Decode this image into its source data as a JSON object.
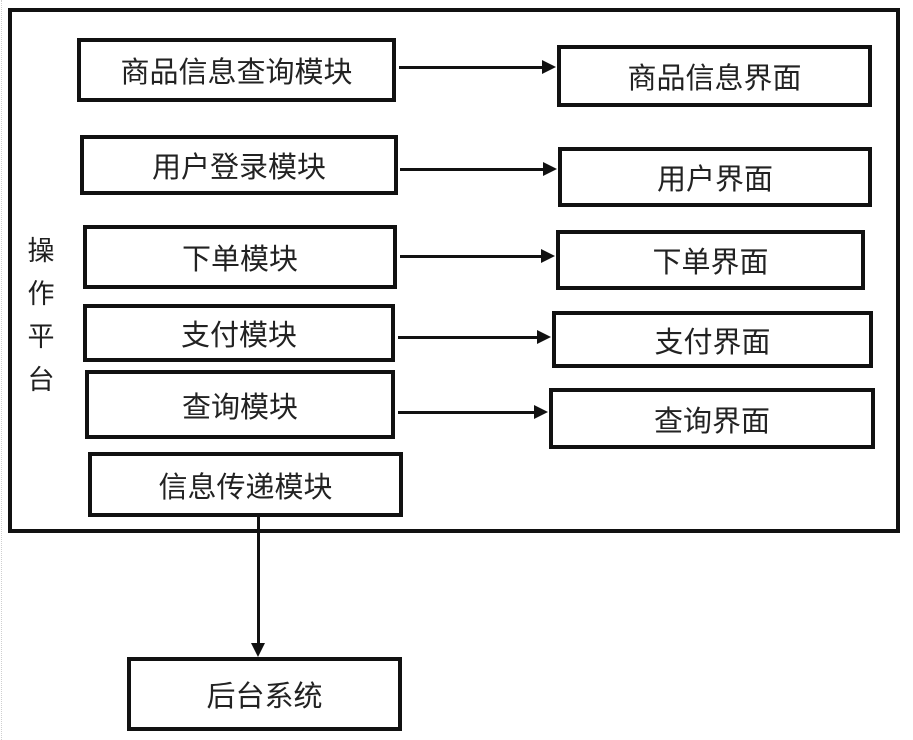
{
  "diagram": {
    "platform_label": "操作平台",
    "modules": [
      {
        "label": "商品信息查询模块"
      },
      {
        "label": "用户登录模块"
      },
      {
        "label": "下单模块"
      },
      {
        "label": "支付模块"
      },
      {
        "label": "查询模块"
      },
      {
        "label": "信息传递模块"
      }
    ],
    "interfaces": [
      {
        "label": "商品信息界面"
      },
      {
        "label": "用户界面"
      },
      {
        "label": "下单界面"
      },
      {
        "label": "支付界面"
      },
      {
        "label": "查询界面"
      }
    ],
    "backend": {
      "label": "后台系统"
    },
    "connections": [
      {
        "from": "商品信息查询模块",
        "to": "商品信息界面"
      },
      {
        "from": "用户登录模块",
        "to": "用户界面"
      },
      {
        "from": "下单模块",
        "to": "下单界面"
      },
      {
        "from": "支付模块",
        "to": "支付界面"
      },
      {
        "from": "查询模块",
        "to": "查询界面"
      },
      {
        "from": "信息传递模块",
        "to": "后台系统"
      }
    ],
    "colors": {
      "line": "#111111",
      "text": "#1f1f1f",
      "background": "#ffffff"
    }
  }
}
